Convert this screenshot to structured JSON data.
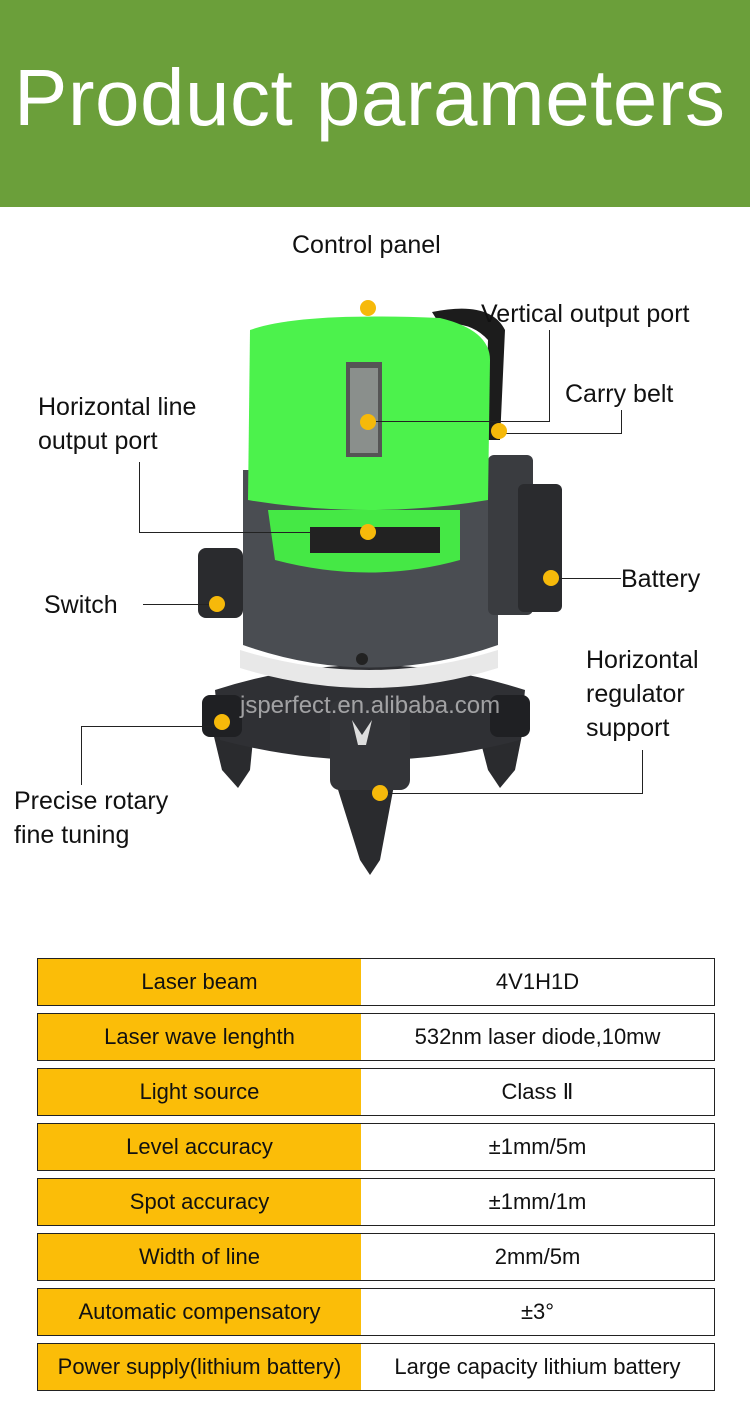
{
  "header": {
    "title": "Product parameters",
    "background": "#6b9f3a"
  },
  "product": {
    "watermark": "jsperfect.en.alibaba.com",
    "labels": {
      "control_panel": "Control panel",
      "vertical_output_port": "Vertical output port",
      "carry_belt": "Carry belt",
      "horizontal_line_output_port": [
        "Horizontal line",
        "output port"
      ],
      "switch": "Switch",
      "battery": "Battery",
      "horizontal_regulator_support": [
        "Horizontal",
        "regulator",
        "support"
      ],
      "precise_rotary_fine_tuning": [
        "Precise rotary",
        "fine tuning"
      ]
    },
    "colors": {
      "body_green": "#4cf24c",
      "body_gray": "#4a4d52",
      "callout_dot": "#f6b90a"
    }
  },
  "specs": {
    "key_color": "#fbbd08",
    "rows": [
      {
        "key": "Laser beam",
        "value": "4V1H1D"
      },
      {
        "key": "Laser wave lenghth",
        "value": "532nm laser diode,10mw"
      },
      {
        "key": "Light source",
        "value": "Class Ⅱ"
      },
      {
        "key": "Level accuracy",
        "value": "±1mm/5m"
      },
      {
        "key": "Spot accuracy",
        "value": "±1mm/1m"
      },
      {
        "key": "Width of line",
        "value": "2mm/5m"
      },
      {
        "key": "Automatic compensatory",
        "value": "±3°"
      },
      {
        "key": "Power supply(lithium battery)",
        "value": "Large capacity lithium battery"
      }
    ]
  }
}
